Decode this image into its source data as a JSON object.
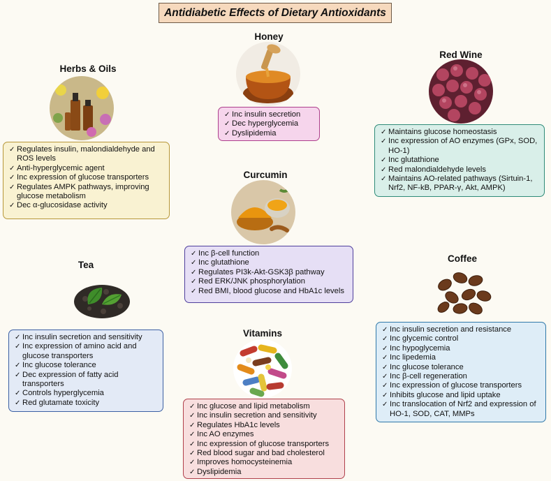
{
  "title": "Antidiabetic Effects of Dietary Antioxidants",
  "sections": {
    "honey": {
      "heading": "Honey",
      "image_icon": "honey-dipper-icon",
      "items": [
        "Inc insulin secretion",
        "Dec hyperglycemia",
        "Dyslipidemia"
      ],
      "colors": {
        "fill": "#f6d5ec",
        "border": "#ad3f8c"
      }
    },
    "herbs_oils": {
      "heading": "Herbs & Oils",
      "image_icon": "essential-oil-bottles-icon",
      "items": [
        "Regulates insulin, malondialdehyde and ROS levels",
        "Anti-hyperglycemic agent",
        "Inc expression of glucose transporters",
        "Regulates AMPK pathways, improving glucose metabolism",
        "Dec α-glucosidase activity"
      ],
      "colors": {
        "fill": "#f9f2d2",
        "border": "#b79739"
      }
    },
    "red_wine": {
      "heading": "Red Wine",
      "image_icon": "red-grapes-icon",
      "items": [
        "Maintains glucose homeostasis",
        "Inc expression of AO enzymes (GPx, SOD, HO-1)",
        "Inc glutathione",
        "Red malondialdehyde levels",
        "Maintains AO-related pathways (Sirtuin-1, Nrf2, NF-kB, PPAR-γ, Akt, AMPK)"
      ],
      "colors": {
        "fill": "#d9efe9",
        "border": "#2e8b78"
      }
    },
    "curcumin": {
      "heading": "Curcumin",
      "image_icon": "turmeric-powder-icon",
      "items": [
        "Inc β-cell function",
        "Inc glutathione",
        "Regulates PI3k-Akt-GSK3β pathway",
        "Red ERK/JNK phosphorylation",
        "Red BMI, blood glucose and HbA1c levels"
      ],
      "colors": {
        "fill": "#e6dff5",
        "border": "#4e3e9c"
      }
    },
    "tea": {
      "heading": "Tea",
      "image_icon": "tea-leaves-icon",
      "items": [
        "Inc insulin secretion and sensitivity",
        "Inc expression of amino acid and glucose transporters",
        "Inc glucose tolerance",
        "Dec expression of fatty acid transporters",
        "Controls hyperglycemia",
        "Red glutamate toxicity"
      ],
      "colors": {
        "fill": "#e3eaf6",
        "border": "#3b5fa3"
      }
    },
    "coffee": {
      "heading": "Coffee",
      "image_icon": "coffee-beans-icon",
      "items": [
        "Inc insulin secretion and resistance",
        "Inc glycemic control",
        "Inc hypoglycemia",
        "Inc lipedemia",
        "Inc glucose tolerance",
        "Inc β-cell regeneration",
        "Inc expression of glucose transporters",
        "Inhibits glucose and lipid uptake",
        "Inc translocation of Nrf2 and expression of HO-1, SOD, CAT, MMPs"
      ],
      "colors": {
        "fill": "#deedf7",
        "border": "#2f78a9"
      }
    },
    "vitamins": {
      "heading": "Vitamins",
      "image_icon": "vitamin-capsules-icon",
      "items": [
        "Inc glucose and lipid metabolism",
        "Inc insulin secretion and sensitivity",
        "Regulates HbA1c levels",
        "Inc AO enzymes",
        "Inc expression of glucose transporters",
        "Red blood sugar and bad cholesterol",
        "Improves homocysteinemia",
        "Dyslipidemia"
      ],
      "colors": {
        "fill": "#f8dede",
        "border": "#b0404b"
      }
    }
  }
}
